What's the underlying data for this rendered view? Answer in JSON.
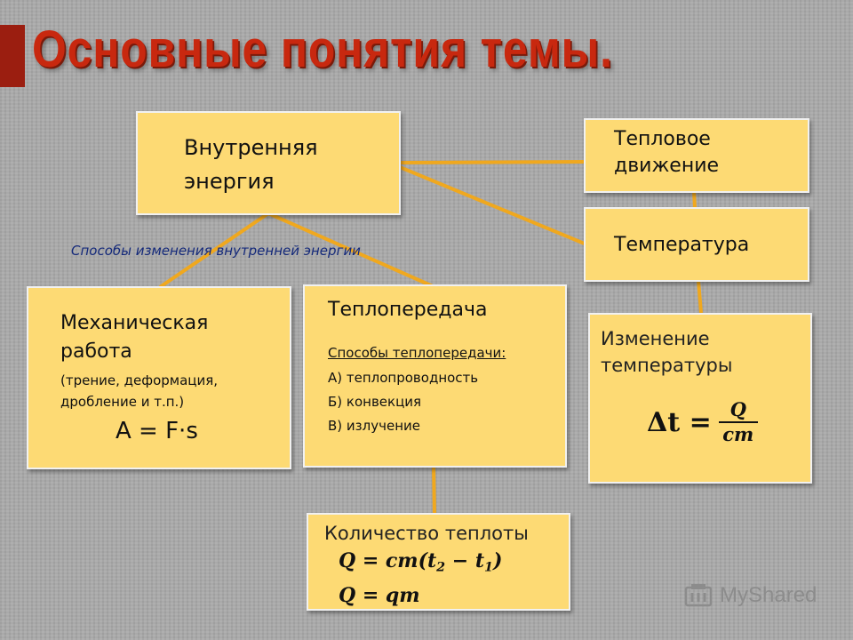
{
  "title": "Основные понятия темы.",
  "subtitle": "Способы изменения внутренней энергии",
  "boxes": {
    "internal_energy": {
      "line1": "Внутренняя",
      "line2": "энергия"
    },
    "thermal_motion": {
      "line1": "Тепловое",
      "line2": "движение"
    },
    "temperature": {
      "label": "Температура"
    },
    "mechanical_work": {
      "line1": "Механическая",
      "line2": "работа",
      "note1": "(трение, деформация,",
      "note2": "дробление  и т.п.)",
      "formula": "A = F·s"
    },
    "heat_transfer": {
      "title": "Теплопередача",
      "methods_title": "Способы теплопередачи:",
      "methods": [
        "А)  теплопроводность",
        "Б)  конвекция",
        "В)  излучение"
      ]
    },
    "temperature_change": {
      "line1": "Изменение",
      "line2": "температуры",
      "formula_lhs": "Δt =",
      "numerator": "Q",
      "denominator": "cm"
    },
    "heat_quantity": {
      "title": "Количество теплоты",
      "formula1_start": "Q = cm(t",
      "formula1_sub1": "2",
      "formula1_mid": " − t",
      "formula1_sub2": "1",
      "formula1_end": ")",
      "formula2": "Q = qm"
    }
  },
  "watermark": {
    "text": "MyShared"
  },
  "colors": {
    "box_fill": "#fdda74",
    "connector": "#f0a81e",
    "title": "#c8280f",
    "subtitle": "#14297a",
    "background": "#a9a9a9"
  }
}
